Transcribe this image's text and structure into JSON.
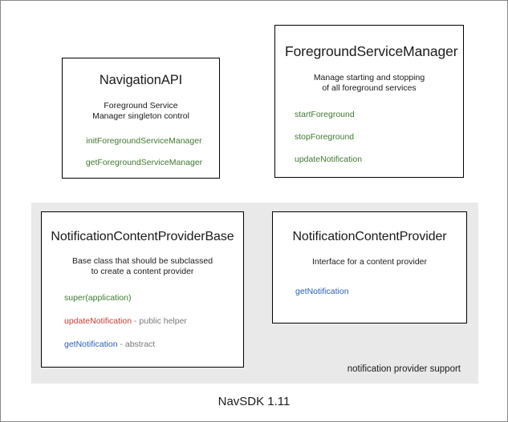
{
  "diagram": {
    "footer_caption": "NavSDK 1.11",
    "group_panel": {
      "label": "notification provider support",
      "background_color": "#e9e9e9"
    },
    "colors": {
      "method_green": "#3f7a31",
      "method_blue": "#2b5fb5",
      "method_red": "#c43b33",
      "note_gray": "#787878",
      "box_border": "#000000",
      "panel_background": "#e9e9e9",
      "page_background": "#ffffff"
    },
    "boxes": [
      {
        "id": "navigation-api",
        "title": "NavigationAPI",
        "description_lines": [
          "Foreground Service",
          "Manager singleton control"
        ],
        "members": [
          {
            "name": "initForegroundServiceManager",
            "color": "green",
            "note": ""
          },
          {
            "name": "getForegroundServiceManager",
            "color": "green",
            "note": ""
          }
        ]
      },
      {
        "id": "foreground-service-manager",
        "title": "ForegroundServiceManager",
        "description_lines": [
          "Manage starting and stopping",
          "of all foreground services"
        ],
        "members": [
          {
            "name": "startForeground",
            "color": "green",
            "note": ""
          },
          {
            "name": "stopForeground",
            "color": "green",
            "note": ""
          },
          {
            "name": "updateNotification",
            "color": "green",
            "note": ""
          }
        ]
      },
      {
        "id": "notification-content-provider-base",
        "title": "NotificationContentProviderBase",
        "description_lines": [
          "Base class that should be subclassed",
          "to create a content provider"
        ],
        "members": [
          {
            "name": "super(application)",
            "color": "green",
            "note": ""
          },
          {
            "name": "updateNotification",
            "color": "red",
            "note": " - public helper"
          },
          {
            "name": "getNotification",
            "color": "blue",
            "note": " - abstract"
          }
        ]
      },
      {
        "id": "notification-content-provider",
        "title": "NotificationContentProvider",
        "description_lines": [
          "Interface for a content provider"
        ],
        "members": [
          {
            "name": "getNotification",
            "color": "blue",
            "note": ""
          }
        ]
      }
    ]
  }
}
